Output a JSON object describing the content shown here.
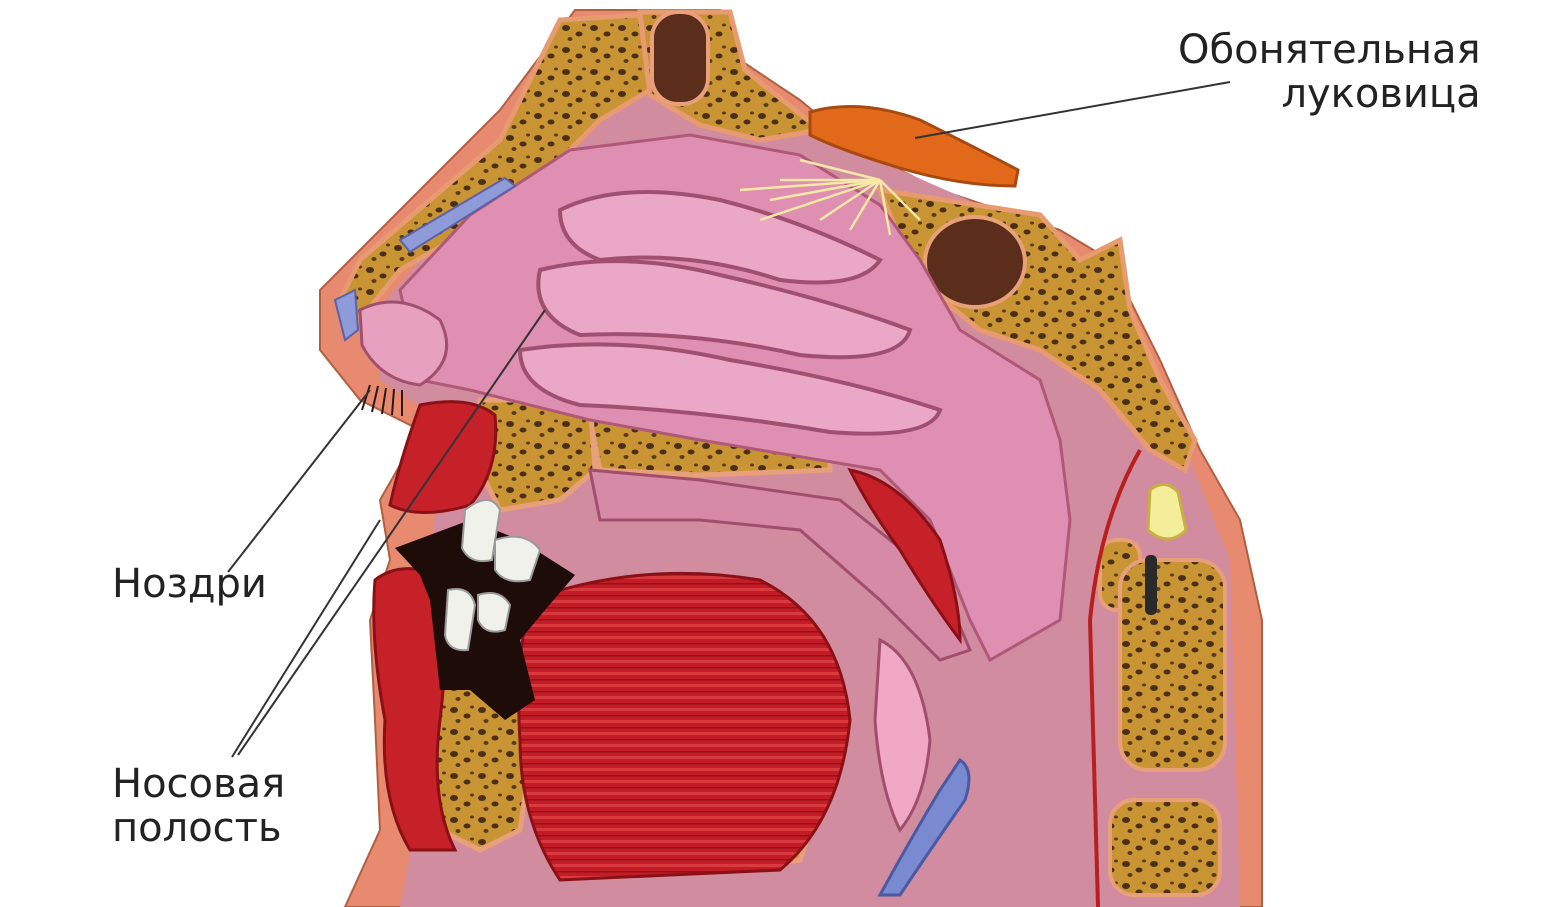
{
  "labels": {
    "olfactory_bulb": {
      "line1": "Обонятельная",
      "line2": "луковица"
    },
    "nostrils": "Ноздри",
    "nasal_cavity": {
      "line1": "Носовая",
      "line2": "полость"
    }
  },
  "colors": {
    "background": "#ffffff",
    "bone": "#c48a2a",
    "bone_dark": "#5a3a1a",
    "skin": "#e07a6a",
    "mucosa": "#d98aa8",
    "mucosa_light": "#ecaac4",
    "muscle": "#c0202a",
    "bulb": "#e06a1a",
    "cartilage": "#8f9ad8",
    "leader_line": "#333333"
  }
}
